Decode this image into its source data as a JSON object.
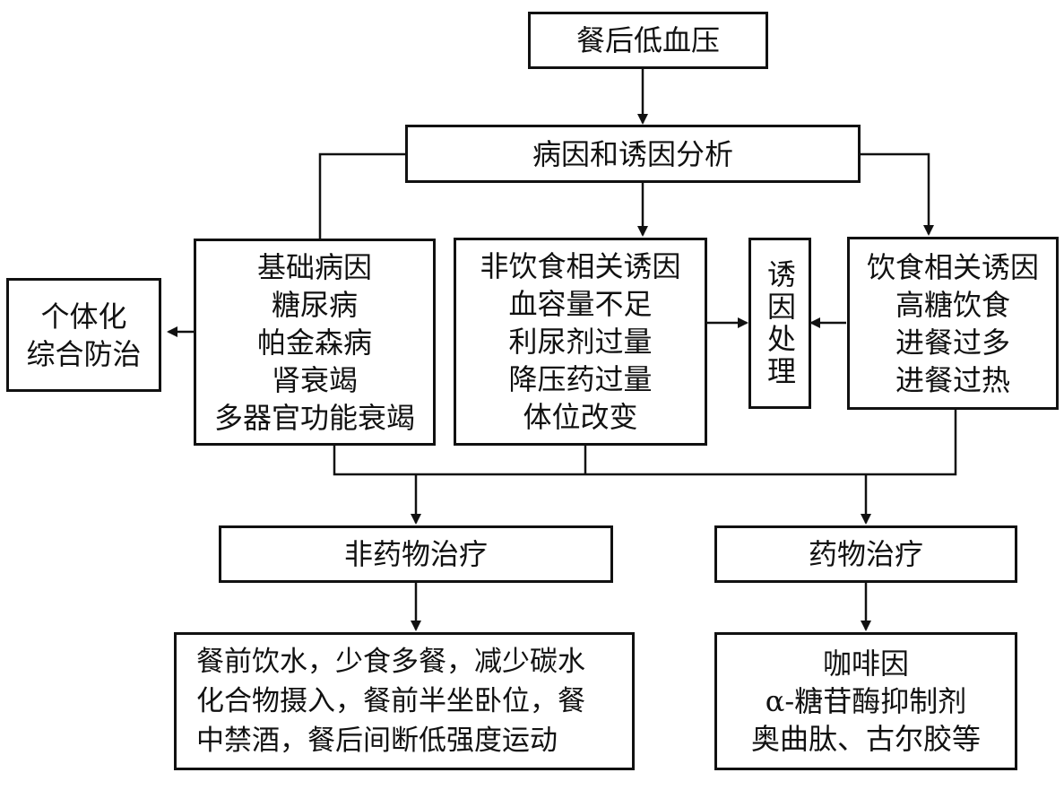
{
  "diagram": {
    "top": {
      "label": "餐后低血压"
    },
    "analysis": {
      "label": "病因和诱因分析"
    },
    "individual": {
      "lines": [
        "个体化",
        "综合防治"
      ]
    },
    "basic_causes": {
      "lines": [
        "基础病因",
        "糖尿病",
        "帕金森病",
        "肾衰竭",
        "多器官功能衰竭"
      ]
    },
    "non_diet": {
      "lines": [
        "非饮食相关诱因",
        "血容量不足",
        "利尿剂过量",
        "降压药过量",
        "体位改变"
      ]
    },
    "trigger_handling": {
      "lines": [
        "诱因",
        "处理"
      ]
    },
    "diet": {
      "lines": [
        "饮食相关诱因",
        "高糖饮食",
        "进餐过多",
        "进餐过热"
      ]
    },
    "nondrug": {
      "label": "非药物治疗"
    },
    "drug": {
      "label": "药物治疗"
    },
    "nondrug_detail": {
      "lines": [
        "餐前饮水，少食多餐，减少碳水",
        "化合物摄入，餐前半坐卧位，餐",
        "中禁酒，餐后间断低强度运动"
      ]
    },
    "drug_detail": {
      "lines": [
        "咖啡因",
        "α-糖苷酶抑制剂",
        "奥曲肽、古尔胶等"
      ]
    }
  }
}
